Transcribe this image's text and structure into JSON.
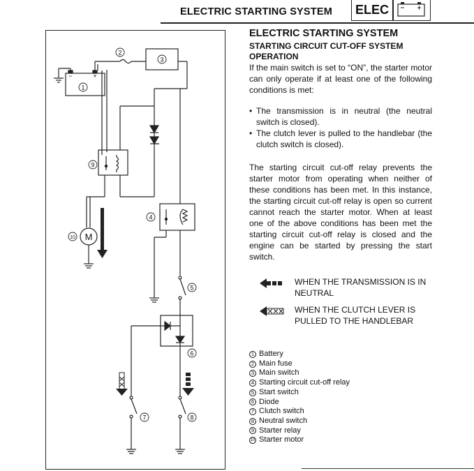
{
  "header": {
    "title": "ELECTRIC STARTING SYSTEM",
    "section_badge": "ELEC",
    "battery_badge_icon": "battery-icon"
  },
  "text": {
    "heading": "ELECTRIC STARTING SYSTEM",
    "subheading_line1": "STARTING CIRCUIT CUT-OFF SYSTEM",
    "subheading_line2": "OPERATION",
    "intro": "If the main switch is set to “ON”, the starter motor can only operate if at least one of the following conditions is met:",
    "bullets": [
      "The transmission is in neutral (the neutral switch is closed).",
      "The clutch lever is pulled to the handlebar (the clutch switch is closed)."
    ],
    "explanation": "The starting circuit cut-off relay prevents the starter motor from operating when neither of these conditions has been met. In this instance, the starting circuit cut-off relay is open so current cannot reach the starter motor. When at least one of the above conditions has been met the starting circuit cut-off relay is closed and the engine can be started by pressing the start switch."
  },
  "flow_legend": [
    {
      "icon": "solid-dashed-arrow-icon",
      "label": "WHEN THE TRANSMISSION IS IN NEUTRAL"
    },
    {
      "icon": "crosshatch-arrow-icon",
      "label": "WHEN THE CLUTCH LEVER IS PULLED TO THE HANDLEBAR"
    }
  ],
  "parts": [
    {
      "num": "1",
      "name": "Battery"
    },
    {
      "num": "2",
      "name": "Main fuse"
    },
    {
      "num": "3",
      "name": "Main switch"
    },
    {
      "num": "4",
      "name": "Starting circuit cut-off relay"
    },
    {
      "num": "5",
      "name": "Start switch"
    },
    {
      "num": "6",
      "name": "Diode"
    },
    {
      "num": "7",
      "name": "Clutch switch"
    },
    {
      "num": "8",
      "name": "Neutral switch"
    },
    {
      "num": "9",
      "name": "Starter relay"
    },
    {
      "num": "10",
      "name": "Starter motor"
    }
  ],
  "diagram": {
    "motor_symbol": "M",
    "battery_minus": "−",
    "battery_plus": "+",
    "callouts": [
      "1",
      "2",
      "3",
      "4",
      "5",
      "6",
      "7",
      "8",
      "9",
      "10"
    ]
  }
}
